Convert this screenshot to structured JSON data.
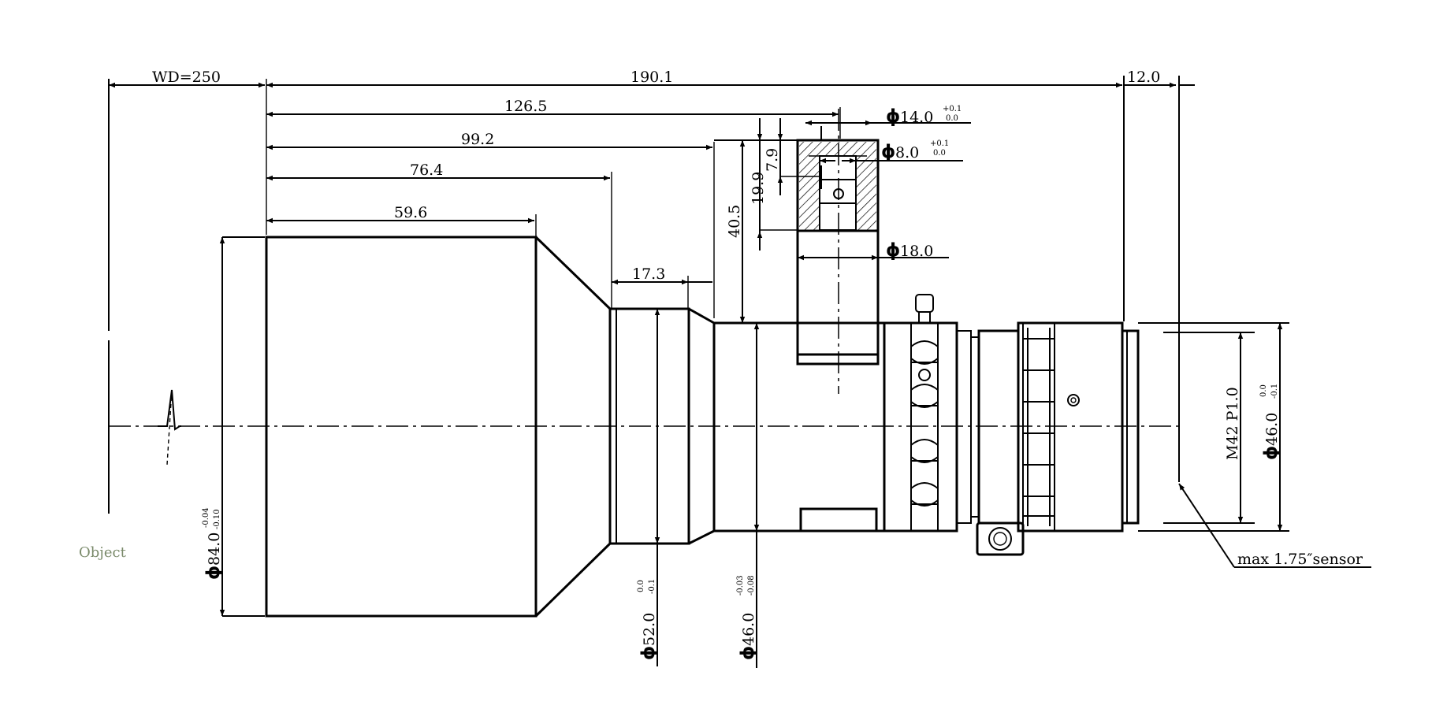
{
  "dimensions": {
    "wd": "WD=250",
    "total_length": "190.1",
    "back_focus": "12.0",
    "len_126": "126.5",
    "len_99": "99.2",
    "len_76": "76.4",
    "len_59": "59.6",
    "len_17": "17.3",
    "height_40": "40.5",
    "height_19": "19.9",
    "height_7": "7.9"
  },
  "diameters": {
    "phi_symbol": "ϕ",
    "d14": "14.0",
    "d14_tol_upper": "+0.1",
    "d14_tol_lower": "0.0",
    "d8": "8.0",
    "d8_tol_upper": "+0.1",
    "d8_tol_lower": "0.0",
    "d18": "18.0",
    "d84": "84.0",
    "d84_tol_upper": "-0.04",
    "d84_tol_lower": "-0.10",
    "d52": "52.0",
    "d52_tol_upper": "0.0",
    "d52_tol_lower": "-0.1",
    "d46_front": "46.0",
    "d46_front_tol_upper": "-0.03",
    "d46_front_tol_lower": "-0.08",
    "d46_rear": "46.0",
    "d46_rear_tol_upper": "0.0",
    "d46_rear_tol_lower": "-0.1"
  },
  "labels": {
    "thread": "M42 P1.0",
    "sensor": "max 1.75″sensor",
    "object": "Object"
  },
  "colors": {
    "line": "#000000",
    "object_text": "#7a8a6a"
  }
}
